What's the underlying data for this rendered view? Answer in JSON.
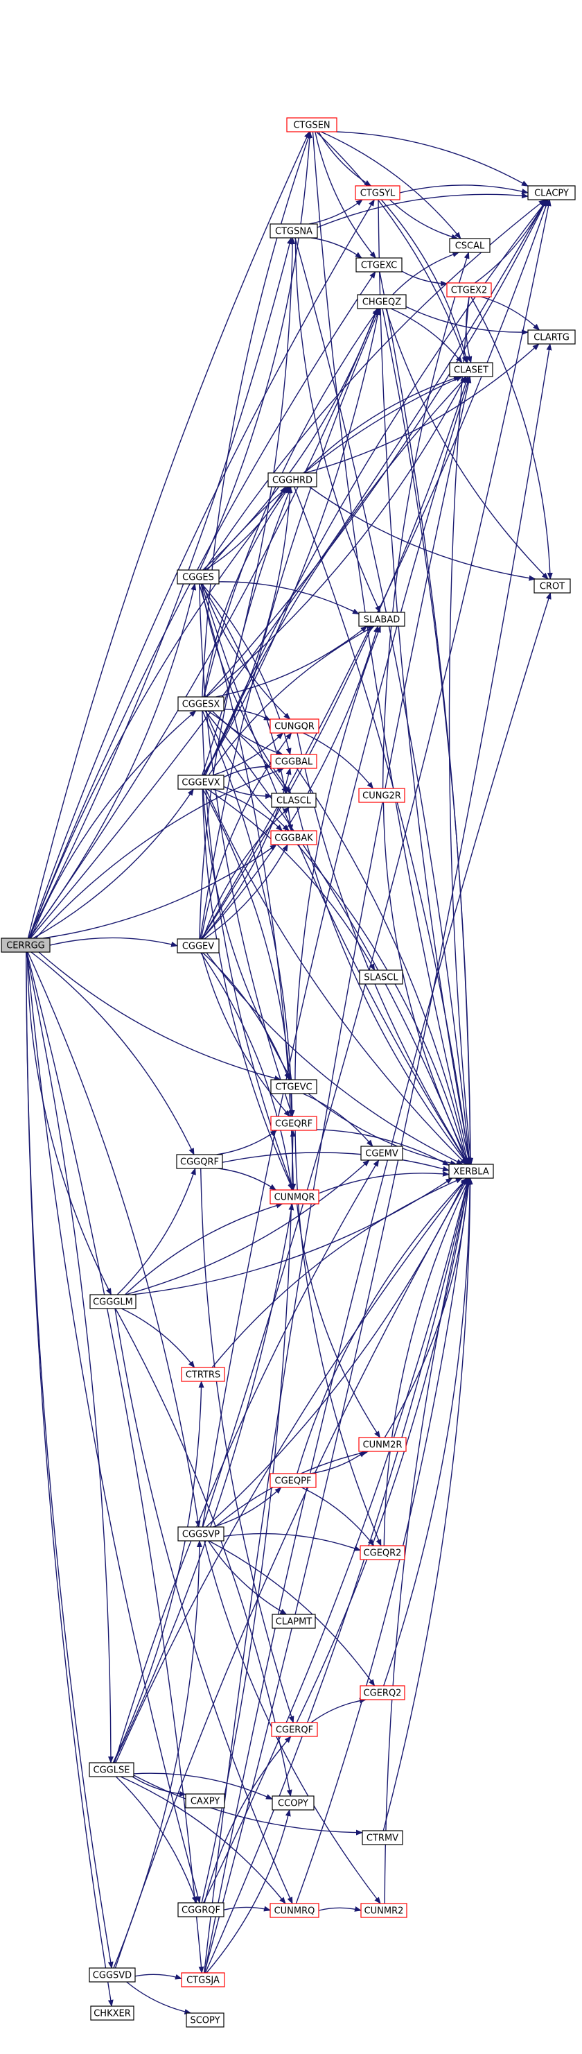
{
  "colors": {
    "edge": "#191970",
    "box_normal": "#000000",
    "box_highlight": "#ff0000",
    "root_fill": "#bfbfbf",
    "node_fill": "#ffffff"
  },
  "nodes": [
    {
      "id": "CERRGG",
      "label": "CERRGG",
      "style": "root"
    },
    {
      "id": "CTGSEN",
      "label": "CTGSEN",
      "style": "red"
    },
    {
      "id": "CLACPY",
      "label": "CLACPY",
      "style": "normal"
    },
    {
      "id": "CTGSYL",
      "label": "CTGSYL",
      "style": "red"
    },
    {
      "id": "CTGSNA",
      "label": "CTGSNA",
      "style": "normal"
    },
    {
      "id": "CSCAL",
      "label": "CSCAL",
      "style": "normal"
    },
    {
      "id": "CTGEXC",
      "label": "CTGEXC",
      "style": "normal"
    },
    {
      "id": "CTGEX2",
      "label": "CTGEX2",
      "style": "red"
    },
    {
      "id": "CHGEQZ",
      "label": "CHGEQZ",
      "style": "normal"
    },
    {
      "id": "CLARTG",
      "label": "CLARTG",
      "style": "normal"
    },
    {
      "id": "CLASET",
      "label": "CLASET",
      "style": "normal"
    },
    {
      "id": "CGGHRD",
      "label": "CGGHRD",
      "style": "normal"
    },
    {
      "id": "CROT",
      "label": "CROT",
      "style": "normal"
    },
    {
      "id": "CGGES",
      "label": "CGGES",
      "style": "normal"
    },
    {
      "id": "SLABAD",
      "label": "SLABAD",
      "style": "normal"
    },
    {
      "id": "CGGESX",
      "label": "CGGESX",
      "style": "normal"
    },
    {
      "id": "CUNGQR",
      "label": "CUNGQR",
      "style": "red"
    },
    {
      "id": "CGGBAL",
      "label": "CGGBAL",
      "style": "red"
    },
    {
      "id": "CGGEVX",
      "label": "CGGEVX",
      "style": "normal"
    },
    {
      "id": "CUNG2R",
      "label": "CUNG2R",
      "style": "red"
    },
    {
      "id": "CLASCL",
      "label": "CLASCL",
      "style": "normal"
    },
    {
      "id": "CGGBAK",
      "label": "CGGBAK",
      "style": "red"
    },
    {
      "id": "CGGEV",
      "label": "CGGEV",
      "style": "normal"
    },
    {
      "id": "SLASCL",
      "label": "SLASCL",
      "style": "normal"
    },
    {
      "id": "CTGEVC",
      "label": "CTGEVC",
      "style": "normal"
    },
    {
      "id": "CGEQRF",
      "label": "CGEQRF",
      "style": "red"
    },
    {
      "id": "CGGQRF",
      "label": "CGGQRF",
      "style": "normal"
    },
    {
      "id": "CGEMV",
      "label": "CGEMV",
      "style": "normal"
    },
    {
      "id": "XERBLA",
      "label": "XERBLA",
      "style": "normal"
    },
    {
      "id": "CUNMQR",
      "label": "CUNMQR",
      "style": "red"
    },
    {
      "id": "CGGGLM",
      "label": "CGGGLM",
      "style": "normal"
    },
    {
      "id": "CTRTRS",
      "label": "CTRTRS",
      "style": "red"
    },
    {
      "id": "CUNM2R",
      "label": "CUNM2R",
      "style": "red"
    },
    {
      "id": "CGEQPF",
      "label": "CGEQPF",
      "style": "red"
    },
    {
      "id": "CGGSVP",
      "label": "CGGSVP",
      "style": "normal"
    },
    {
      "id": "CGEQR2",
      "label": "CGEQR2",
      "style": "red"
    },
    {
      "id": "CLAPMT",
      "label": "CLAPMT",
      "style": "normal"
    },
    {
      "id": "CGERQ2",
      "label": "CGERQ2",
      "style": "red"
    },
    {
      "id": "CGERQF",
      "label": "CGERQF",
      "style": "red"
    },
    {
      "id": "CGGLSE",
      "label": "CGGLSE",
      "style": "normal"
    },
    {
      "id": "CAXPY",
      "label": "CAXPY",
      "style": "normal"
    },
    {
      "id": "CCOPY",
      "label": "CCOPY",
      "style": "normal"
    },
    {
      "id": "CTRMV",
      "label": "CTRMV",
      "style": "normal"
    },
    {
      "id": "CGGRQF",
      "label": "CGGRQF",
      "style": "normal"
    },
    {
      "id": "CUNMRQ",
      "label": "CUNMRQ",
      "style": "red"
    },
    {
      "id": "CUNMR2",
      "label": "CUNMR2",
      "style": "red"
    },
    {
      "id": "CGGSVD",
      "label": "CGGSVD",
      "style": "normal"
    },
    {
      "id": "CTGSJA",
      "label": "CTGSJA",
      "style": "red"
    },
    {
      "id": "SCOPY",
      "label": "SCOPY",
      "style": "normal"
    },
    {
      "id": "CHKXER",
      "label": "CHKXER",
      "style": "normal"
    }
  ],
  "edges": [
    [
      "CERRGG",
      "CTGSEN"
    ],
    [
      "CERRGG",
      "CLACPY"
    ],
    [
      "CERRGG",
      "CTGSYL"
    ],
    [
      "CERRGG",
      "CTGSNA"
    ],
    [
      "CERRGG",
      "CTGEXC"
    ],
    [
      "CERRGG",
      "CHGEQZ"
    ],
    [
      "CERRGG",
      "CGGHRD"
    ],
    [
      "CERRGG",
      "CGGES"
    ],
    [
      "CERRGG",
      "CGGESX"
    ],
    [
      "CERRGG",
      "CGGEVX"
    ],
    [
      "CERRGG",
      "CGGBAL"
    ],
    [
      "CERRGG",
      "CGGBAK"
    ],
    [
      "CERRGG",
      "CGGEV"
    ],
    [
      "CERRGG",
      "CTGEVC"
    ],
    [
      "CERRGG",
      "CGGQRF"
    ],
    [
      "CERRGG",
      "CGGGLM"
    ],
    [
      "CERRGG",
      "CGGSVP"
    ],
    [
      "CERRGG",
      "CGGRQF"
    ],
    [
      "CERRGG",
      "CGGLSE"
    ],
    [
      "CERRGG",
      "CGGSVD"
    ],
    [
      "CERRGG",
      "CTGSJA"
    ],
    [
      "CERRGG",
      "CHKXER"
    ],
    [
      "CTGSEN",
      "CLACPY"
    ],
    [
      "CTGSEN",
      "CTGSYL"
    ],
    [
      "CTGSEN",
      "CSCAL"
    ],
    [
      "CTGSEN",
      "CTGEXC"
    ],
    [
      "CTGSEN",
      "CLASET"
    ],
    [
      "CTGSEN",
      "XERBLA"
    ],
    [
      "CTGSYL",
      "CLACPY"
    ],
    [
      "CTGSYL",
      "CSCAL"
    ],
    [
      "CTGSYL",
      "CLASET"
    ],
    [
      "CTGSYL",
      "XERBLA"
    ],
    [
      "CTGSNA",
      "CLACPY"
    ],
    [
      "CTGSNA",
      "CTGSYL"
    ],
    [
      "CTGSNA",
      "CTGEXC"
    ],
    [
      "CTGSNA",
      "SLABAD"
    ],
    [
      "CTGSNA",
      "XERBLA"
    ],
    [
      "CTGEXC",
      "CTGEX2"
    ],
    [
      "CTGEXC",
      "XERBLA"
    ],
    [
      "CTGEX2",
      "CLACPY"
    ],
    [
      "CTGEX2",
      "CLARTG"
    ],
    [
      "CTGEX2",
      "CLASET"
    ],
    [
      "CTGEX2",
      "CROT"
    ],
    [
      "CTGEX2",
      "XERBLA"
    ],
    [
      "CHGEQZ",
      "CSCAL"
    ],
    [
      "CHGEQZ",
      "CLARTG"
    ],
    [
      "CHGEQZ",
      "CLASET"
    ],
    [
      "CHGEQZ",
      "CROT"
    ],
    [
      "CHGEQZ",
      "XERBLA"
    ],
    [
      "CGGHRD",
      "CLARTG"
    ],
    [
      "CGGHRD",
      "CLASET"
    ],
    [
      "CGGHRD",
      "CROT"
    ],
    [
      "CGGHRD",
      "XERBLA"
    ],
    [
      "CGGES",
      "CTGSEN"
    ],
    [
      "CGGES",
      "CLACPY"
    ],
    [
      "CGGES",
      "CHGEQZ"
    ],
    [
      "CGGES",
      "CLASET"
    ],
    [
      "CGGES",
      "CGGHRD"
    ],
    [
      "CGGES",
      "SLABAD"
    ],
    [
      "CGGES",
      "CUNGQR"
    ],
    [
      "CGGES",
      "CGGBAL"
    ],
    [
      "CGGES",
      "CLASCL"
    ],
    [
      "CGGES",
      "CGGBAK"
    ],
    [
      "CGGES",
      "CGEQRF"
    ],
    [
      "CGGES",
      "CUNMQR"
    ],
    [
      "CGGES",
      "XERBLA"
    ],
    [
      "CGGESX",
      "CTGSEN"
    ],
    [
      "CGGESX",
      "CLACPY"
    ],
    [
      "CGGESX",
      "CHGEQZ"
    ],
    [
      "CGGESX",
      "CLASET"
    ],
    [
      "CGGESX",
      "CGGHRD"
    ],
    [
      "CGGESX",
      "SLABAD"
    ],
    [
      "CGGESX",
      "CUNGQR"
    ],
    [
      "CGGESX",
      "CGGBAL"
    ],
    [
      "CGGESX",
      "CLASCL"
    ],
    [
      "CGGESX",
      "CGGBAK"
    ],
    [
      "CGGESX",
      "CGEQRF"
    ],
    [
      "CGGESX",
      "CUNMQR"
    ],
    [
      "CGGESX",
      "XERBLA"
    ],
    [
      "CGGEVX",
      "CTGSNA"
    ],
    [
      "CGGEVX",
      "CLACPY"
    ],
    [
      "CGGEVX",
      "CHGEQZ"
    ],
    [
      "CGGEVX",
      "CLASET"
    ],
    [
      "CGGEVX",
      "CGGHRD"
    ],
    [
      "CGGEVX",
      "SLABAD"
    ],
    [
      "CGGEVX",
      "CUNGQR"
    ],
    [
      "CGGEVX",
      "CGGBAL"
    ],
    [
      "CGGEVX",
      "CLASCL"
    ],
    [
      "CGGEVX",
      "CGGBAK"
    ],
    [
      "CGGEVX",
      "CTGEVC"
    ],
    [
      "CGGEVX",
      "CGEQRF"
    ],
    [
      "CGGEVX",
      "CUNMQR"
    ],
    [
      "CGGEVX",
      "SLASCL"
    ],
    [
      "CGGEVX",
      "XERBLA"
    ],
    [
      "CUNGQR",
      "CUNG2R"
    ],
    [
      "CUNGQR",
      "XERBLA"
    ],
    [
      "CUNG2R",
      "CSCAL"
    ],
    [
      "CUNG2R",
      "XERBLA"
    ],
    [
      "CGGBAL",
      "XERBLA"
    ],
    [
      "CLASCL",
      "XERBLA"
    ],
    [
      "CGGBAK",
      "XERBLA"
    ],
    [
      "CGGEV",
      "CLACPY"
    ],
    [
      "CGGEV",
      "CHGEQZ"
    ],
    [
      "CGGEV",
      "CLASET"
    ],
    [
      "CGGEV",
      "CGGHRD"
    ],
    [
      "CGGEV",
      "SLABAD"
    ],
    [
      "CGGEV",
      "CUNGQR"
    ],
    [
      "CGGEV",
      "CGGBAL"
    ],
    [
      "CGGEV",
      "CLASCL"
    ],
    [
      "CGGEV",
      "CGGBAK"
    ],
    [
      "CGGEV",
      "CTGEVC"
    ],
    [
      "CGGEV",
      "CGEQRF"
    ],
    [
      "CGGEV",
      "CUNMQR"
    ],
    [
      "CGGEV",
      "XERBLA"
    ],
    [
      "CTGEVC",
      "CGEMV"
    ],
    [
      "CTGEVC",
      "XERBLA"
    ],
    [
      "CTGEVC",
      "SLABAD"
    ],
    [
      "CGEQRF",
      "CGEQR2"
    ],
    [
      "CGEQRF",
      "XERBLA"
    ],
    [
      "CGGQRF",
      "CGEQRF"
    ],
    [
      "CGGQRF",
      "CUNMQR"
    ],
    [
      "CGGQRF",
      "CGERQF"
    ],
    [
      "CGGQRF",
      "XERBLA"
    ],
    [
      "CUNMQR",
      "CUNM2R"
    ],
    [
      "CUNMQR",
      "XERBLA"
    ],
    [
      "CGGGLM",
      "CGGQRF"
    ],
    [
      "CGGGLM",
      "CUNMQR"
    ],
    [
      "CGGGLM",
      "CUNMRQ"
    ],
    [
      "CGGGLM",
      "CTRTRS"
    ],
    [
      "CGGGLM",
      "CGEMV"
    ],
    [
      "CGGGLM",
      "CCOPY"
    ],
    [
      "CGGGLM",
      "XERBLA"
    ],
    [
      "CTRTRS",
      "XERBLA"
    ],
    [
      "CUNM2R",
      "XERBLA"
    ],
    [
      "CGEQPF",
      "CGEQR2"
    ],
    [
      "CGEQPF",
      "CUNM2R"
    ],
    [
      "CGEQPF",
      "XERBLA"
    ],
    [
      "CGGSVP",
      "CGEQPF"
    ],
    [
      "CGGSVP",
      "CGEQR2"
    ],
    [
      "CGGSVP",
      "CLAPMT"
    ],
    [
      "CGGSVP",
      "CUNM2R"
    ],
    [
      "CGGSVP",
      "CUNMR2"
    ],
    [
      "CGGSVP",
      "CGERQ2"
    ],
    [
      "CGGSVP",
      "CLACPY"
    ],
    [
      "CGGSVP",
      "CLASET"
    ],
    [
      "CGGSVP",
      "XERBLA"
    ],
    [
      "CGEQR2",
      "XERBLA"
    ],
    [
      "CGERQ2",
      "XERBLA"
    ],
    [
      "CGERQF",
      "CGERQ2"
    ],
    [
      "CGERQF",
      "XERBLA"
    ],
    [
      "CGGLSE",
      "CGGRQF"
    ],
    [
      "CGGLSE",
      "CUNMQR"
    ],
    [
      "CGGLSE",
      "CUNMRQ"
    ],
    [
      "CGGLSE",
      "CTRTRS"
    ],
    [
      "CGGLSE",
      "CGEMV"
    ],
    [
      "CGGLSE",
      "CAXPY"
    ],
    [
      "CGGLSE",
      "CCOPY"
    ],
    [
      "CGGLSE",
      "CTRMV"
    ],
    [
      "CGGLSE",
      "XERBLA"
    ],
    [
      "CTRMV",
      "XERBLA"
    ],
    [
      "CGGRQF",
      "CGERQF"
    ],
    [
      "CGGRQF",
      "CGEQRF"
    ],
    [
      "CGGRQF",
      "CUNMRQ"
    ],
    [
      "CGGRQF",
      "XERBLA"
    ],
    [
      "CUNMRQ",
      "CUNMR2"
    ],
    [
      "CUNMRQ",
      "XERBLA"
    ],
    [
      "CUNMR2",
      "XERBLA"
    ],
    [
      "CGGSVD",
      "CGGSVP"
    ],
    [
      "CGGSVD",
      "CTGSJA"
    ],
    [
      "CGGSVD",
      "SCOPY"
    ],
    [
      "CGGSVD",
      "XERBLA"
    ],
    [
      "CTGSJA",
      "CLARTG"
    ],
    [
      "CTGSJA",
      "CROT"
    ],
    [
      "CTGSJA",
      "CCOPY"
    ],
    [
      "CTGSJA",
      "CLASET"
    ],
    [
      "CTGSJA",
      "XERBLA"
    ]
  ]
}
